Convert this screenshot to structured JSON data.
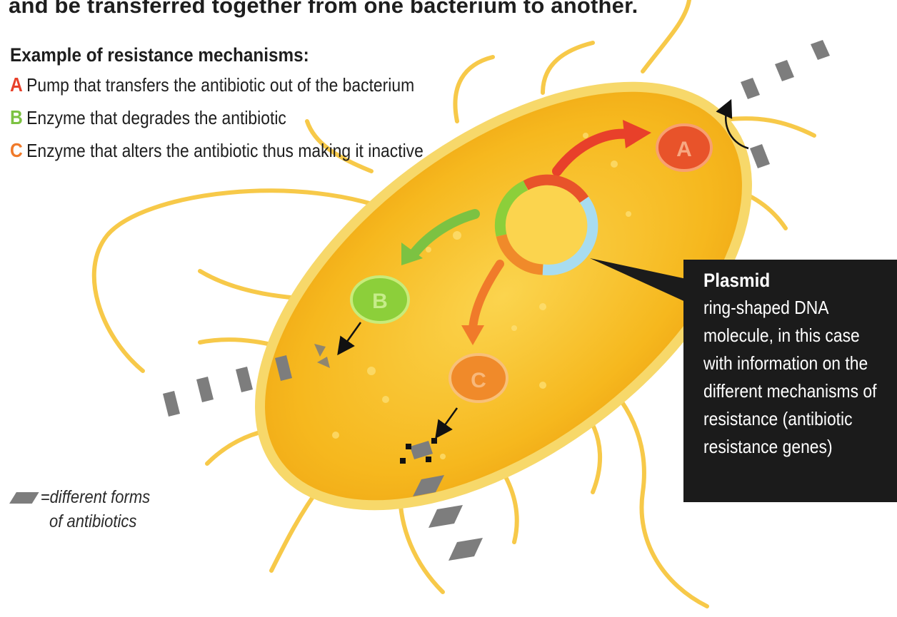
{
  "intro_text_fragment": "and be transferred together from one bacterium to another.",
  "legend": {
    "heading": "Example of resistance mechanisms:",
    "items": [
      {
        "letter": "A",
        "text": "Pump that transfers the antibiotic out of the bacterium",
        "color": "#e8402a"
      },
      {
        "letter": "B",
        "text": "Enzyme that degrades the antibiotic",
        "color": "#7cc242"
      },
      {
        "letter": "C",
        "text": "Enzyme that alters the antibiotic thus making it inactive",
        "color": "#f07a2a"
      }
    ]
  },
  "enzymes": [
    {
      "label": "A",
      "color": "#e8532a"
    },
    {
      "label": "B",
      "color": "#8ccf3a"
    },
    {
      "label": "C",
      "color": "#f08a2a"
    }
  ],
  "plasmid": {
    "title": "Plasmid",
    "description": "ring-shaped DNA molecule, in this case with information on the different mechanisms of resistance (antibiotic resistance genes)",
    "ring_colors": [
      "#e8532a",
      "#a8dcf0",
      "#f08a2a",
      "#8ccf3a"
    ]
  },
  "antibiotic_note": {
    "line1": "=different forms",
    "line2": "of antibiotics"
  },
  "colors": {
    "bacterium_fill": "#f6b81e",
    "bacterium_outline": "#f7d86a",
    "antibiotic_gray": "#7d7d7d",
    "label_box": "#1b1b1b"
  }
}
